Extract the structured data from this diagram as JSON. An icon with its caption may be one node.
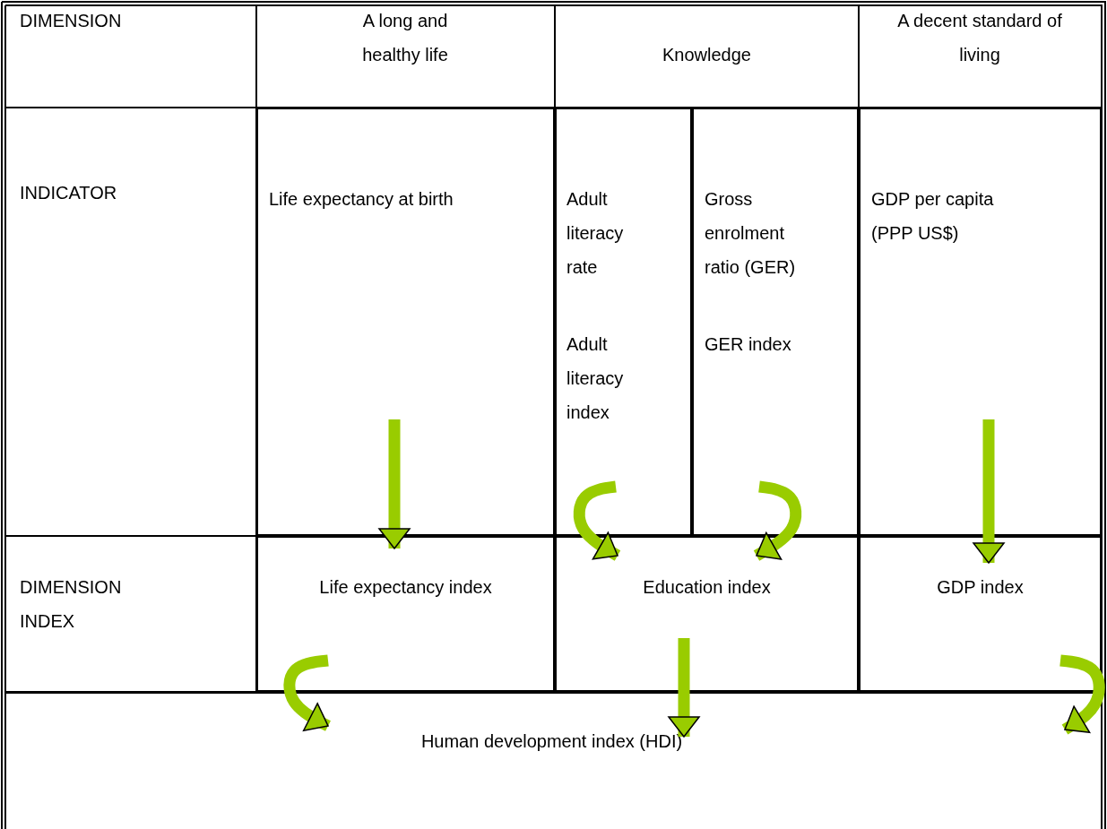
{
  "diagram": {
    "nodes": [
      {
        "text": [
          "Life expectancy at birth"
        ]
      },
      {
        "text": [
          "Adult literacy rate",
          "Adult literacy index"
        ]
      },
      {
        "text": [
          "Gross enrolment ratio (GER)",
          "GER index"
        ]
      },
      {
        "text": [
          "GDP per capita (PPP US$)"
        ]
      },
      {
        "text": [
          "Life expectancy index"
        ]
      },
      {
        "text": [
          "Education index"
        ]
      },
      {
        "text": [
          "GDP index"
        ]
      },
      {
        "text": [
          "Human development index (HDI)"
        ]
      }
    ],
    "edges": [
      {
        "from": 0,
        "to": 4,
        "arrow": "to"
      },
      {
        "from": 1,
        "to": 5,
        "arrow": "to"
      },
      {
        "from": 2,
        "to": 5,
        "arrow": "to"
      },
      {
        "from": 3,
        "to": 6,
        "arrow": "to"
      },
      {
        "from": 4,
        "to": 7,
        "arrow": "to"
      },
      {
        "from": 5,
        "to": 7,
        "arrow": "to"
      },
      {
        "from": 6,
        "to": 7,
        "arrow": "to"
      }
    ],
    "labels": [
      "DIMENSION",
      "A long and healthy life",
      "Knowledge",
      "A decent standard of living",
      "INDICATOR",
      "DIMENSION INDEX"
    ]
  }
}
